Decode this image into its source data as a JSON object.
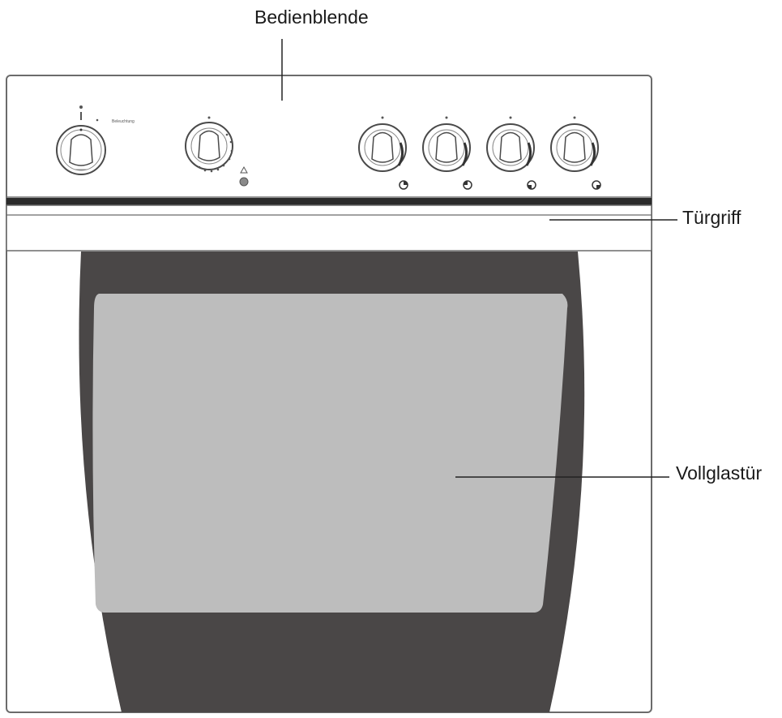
{
  "callouts": {
    "control_panel": "Bedienblende",
    "door_handle": "Türgriff",
    "glass_door": "Vollglastür"
  },
  "panel": {
    "knob1_caption": "Beleuchtung"
  },
  "icons": [
    "control-knob-icon",
    "temperature-knob-icon",
    "hotplate-knob-icon",
    "hotplate-symbol-icon",
    "indicator-lamp-icon"
  ],
  "colors": {
    "outline": "#6b6b6b",
    "door_frame": "#4a4747",
    "glass": "#bdbdbd",
    "background": "#ffffff"
  }
}
